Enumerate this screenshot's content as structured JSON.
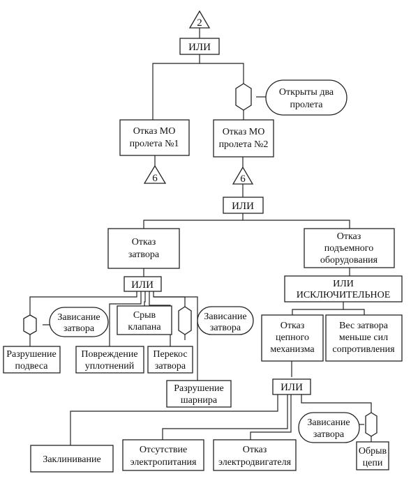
{
  "connectors": {
    "top": "2",
    "mo1": "6",
    "mo2": "6"
  },
  "gates": {
    "top_or": "ИЛИ",
    "or2": "ИЛИ",
    "or3": "ИЛИ",
    "xor": [
      "ИЛИ",
      "ИСКЛЮЧИТЕЛЬНОЕ"
    ],
    "or4": "ИЛИ"
  },
  "conditions": {
    "two_spans": [
      "Открыты два",
      "пролета"
    ],
    "hang_a": [
      "Зависание",
      "затвора"
    ],
    "hang_b": [
      "Зависание",
      "затвора"
    ],
    "hang_c": [
      "Зависание",
      "затвора"
    ]
  },
  "events": {
    "mo1": [
      "Отказ МО",
      "пролета №1"
    ],
    "mo2": [
      "Отказ МО",
      "пролета №2"
    ],
    "gate_fail": [
      "Отказ",
      "затвора"
    ],
    "lift_fail": [
      "Отказ",
      "подъемного",
      "оборудования"
    ],
    "valve_break": [
      "Срыв",
      "клапана"
    ],
    "suspension": [
      "Разрушение",
      "подвеса"
    ],
    "seal": [
      "Повреждение",
      "уплотнений"
    ],
    "skew": [
      "Перекос",
      "затвора"
    ],
    "hinge": [
      "Разрушение",
      "шарнира"
    ],
    "chain_mech": [
      "Отказ",
      "цепного",
      "механизма"
    ],
    "weight": [
      "Вес затвора",
      "меньше сил",
      "сопротивления"
    ],
    "jamming": [
      "Заклинивание"
    ],
    "no_power": [
      "Отсутствие",
      "электропитания"
    ],
    "motor": [
      "Отказ",
      "электродвигателя"
    ],
    "chain_break": [
      "Обрыв",
      "цепи"
    ]
  }
}
